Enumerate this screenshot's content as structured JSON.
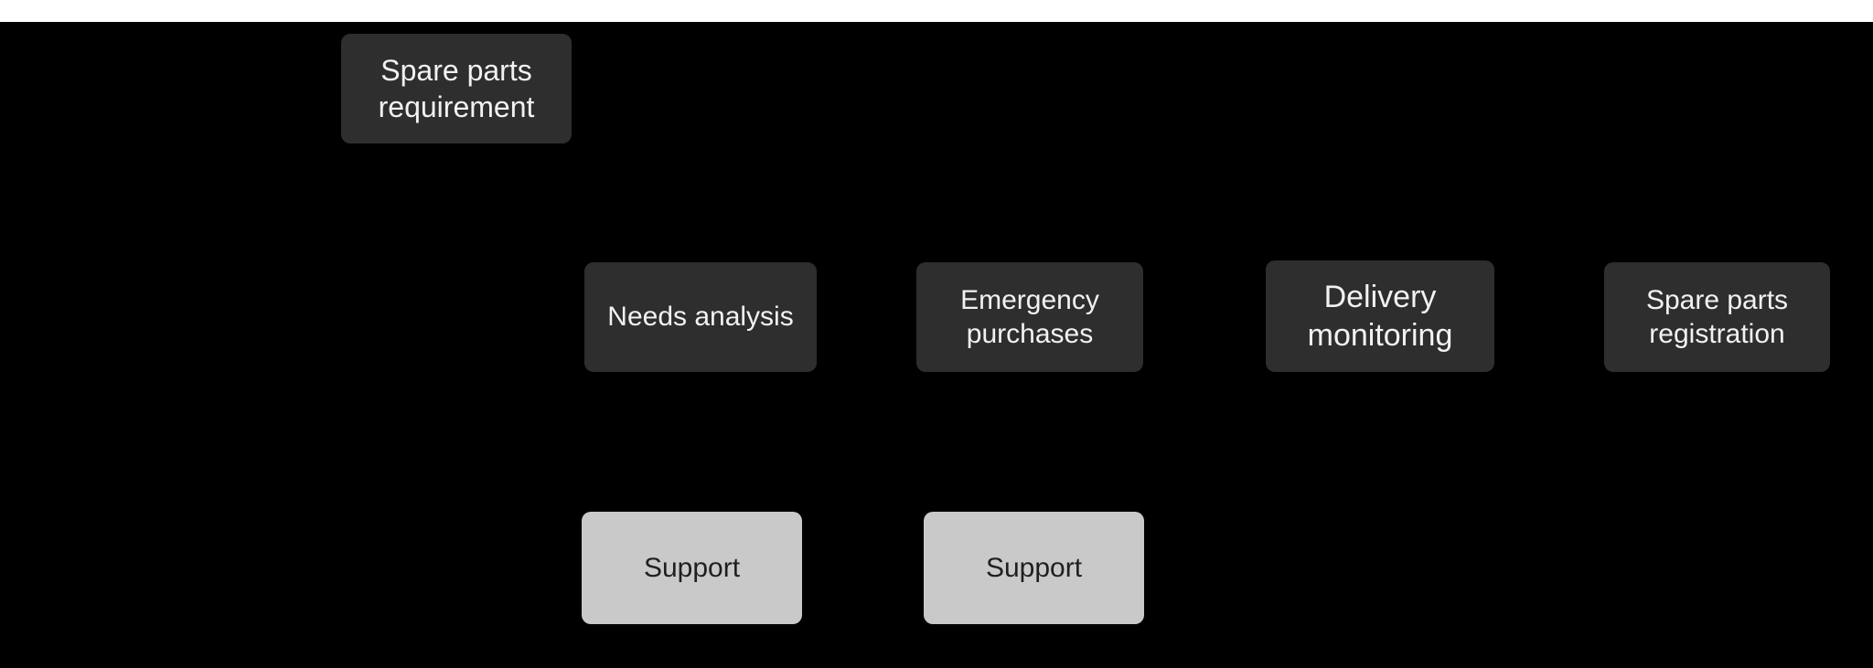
{
  "canvas": {
    "background_color": "#000000",
    "topbar_color": "#ffffff"
  },
  "colors": {
    "dark_node_bg": "#2e2e2e",
    "dark_node_text": "#f2f2f2",
    "light_node_bg": "#c9c9c9",
    "light_node_text": "#1f1f1f"
  },
  "nodes": {
    "spare_parts_requirement": {
      "label": "Spare parts requirement"
    },
    "needs_analysis": {
      "label": "Needs analysis"
    },
    "emergency_purchases": {
      "label": "Emergency purchases"
    },
    "delivery_monitoring": {
      "label": "Delivery monitoring"
    },
    "spare_parts_registration": {
      "label": "Spare parts registration"
    },
    "support_1": {
      "label": "Support"
    },
    "support_2": {
      "label": "Support"
    }
  }
}
